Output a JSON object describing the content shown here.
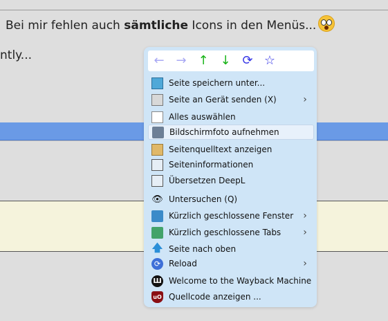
{
  "page": {
    "post_before": "Bei mir fehlen auch ",
    "post_bold": "sämtliche",
    "post_after": " Icons in den Menüs...",
    "partial_text": "ntly..."
  },
  "nav": {
    "back": "←",
    "forward": "→",
    "up": "↑",
    "down": "↓",
    "reload": "⟳",
    "star": "☆"
  },
  "menu": {
    "items": [
      {
        "label": "Seite speichern unter...",
        "icon": "save-page-icon"
      },
      {
        "label": "Seite an Gerät senden (X)",
        "icon": "send-device-icon",
        "submenu": "›"
      },
      {
        "label": "Alles auswählen",
        "icon": "select-all-icon"
      },
      {
        "label": "Bildschirmfoto aufnehmen",
        "icon": "screenshot-icon"
      },
      {
        "label": "Seitenquelltext anzeigen",
        "icon": "view-source-icon"
      },
      {
        "label": "Seiteninformationen",
        "icon": "empty-box-icon"
      },
      {
        "label": "Übersetzen DeepL",
        "icon": "empty-box-icon"
      },
      {
        "label": "Untersuchen (Q)",
        "icon": "eye-icon"
      },
      {
        "label": "Kürzlich geschlossene Fenster",
        "icon": "closed-window-icon",
        "submenu": "›"
      },
      {
        "label": "Kürzlich geschlossene Tabs",
        "icon": "closed-tab-icon",
        "submenu": "›"
      },
      {
        "label": "Seite nach oben",
        "icon": "arrow-up-icon"
      },
      {
        "label": "Reload",
        "icon": "reload-extension-icon",
        "submenu": "›"
      },
      {
        "label": "Welcome to the Wayback Machine",
        "icon": "wayback-machine-icon"
      },
      {
        "label": "Quellcode anzeigen ...",
        "icon": "ublock-icon"
      }
    ]
  },
  "colors": {
    "menu_bg": "#cfe5f7",
    "band": "#6a9ae6",
    "nav_green": "#17b317",
    "nav_blue": "#3535e6"
  }
}
